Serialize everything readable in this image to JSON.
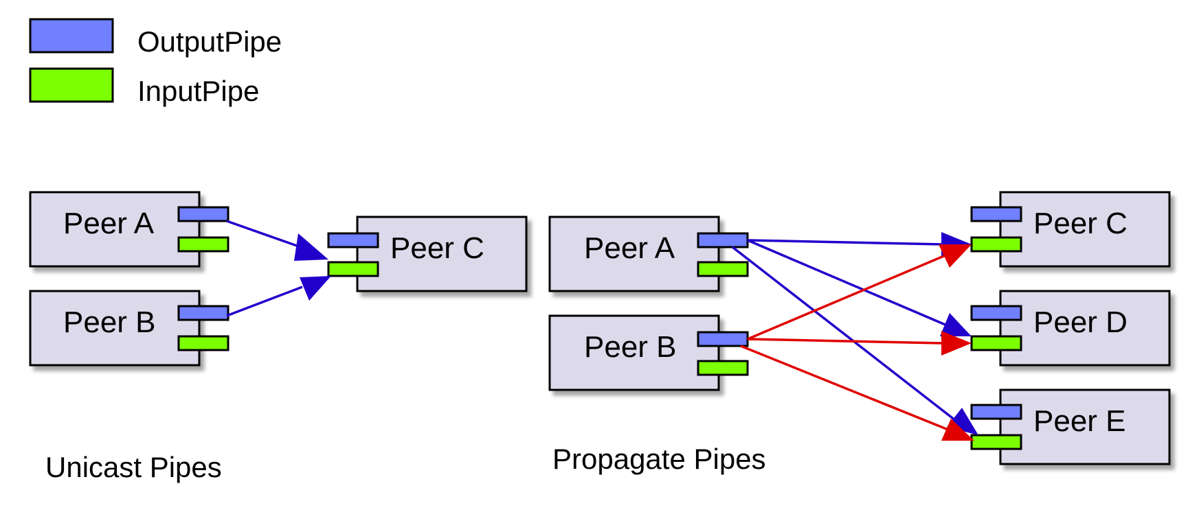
{
  "colors": {
    "output_pipe": "#7080ff",
    "input_pipe": "#7cff00",
    "peer_box": "#dcdaea",
    "unicast_arrow": "#2200cc",
    "propagate_red": "#e00000",
    "propagate_blue": "#2200cc"
  },
  "legend": {
    "output_label": "OutputPipe",
    "input_label": "InputPipe"
  },
  "unicast": {
    "title": "Unicast Pipes",
    "peers": [
      "Peer A",
      "Peer B",
      "Peer C"
    ]
  },
  "propagate": {
    "title": "Propagate Pipes",
    "senders": [
      "Peer A",
      "Peer B"
    ],
    "receivers": [
      "Peer C",
      "Peer D",
      "Peer E"
    ]
  }
}
